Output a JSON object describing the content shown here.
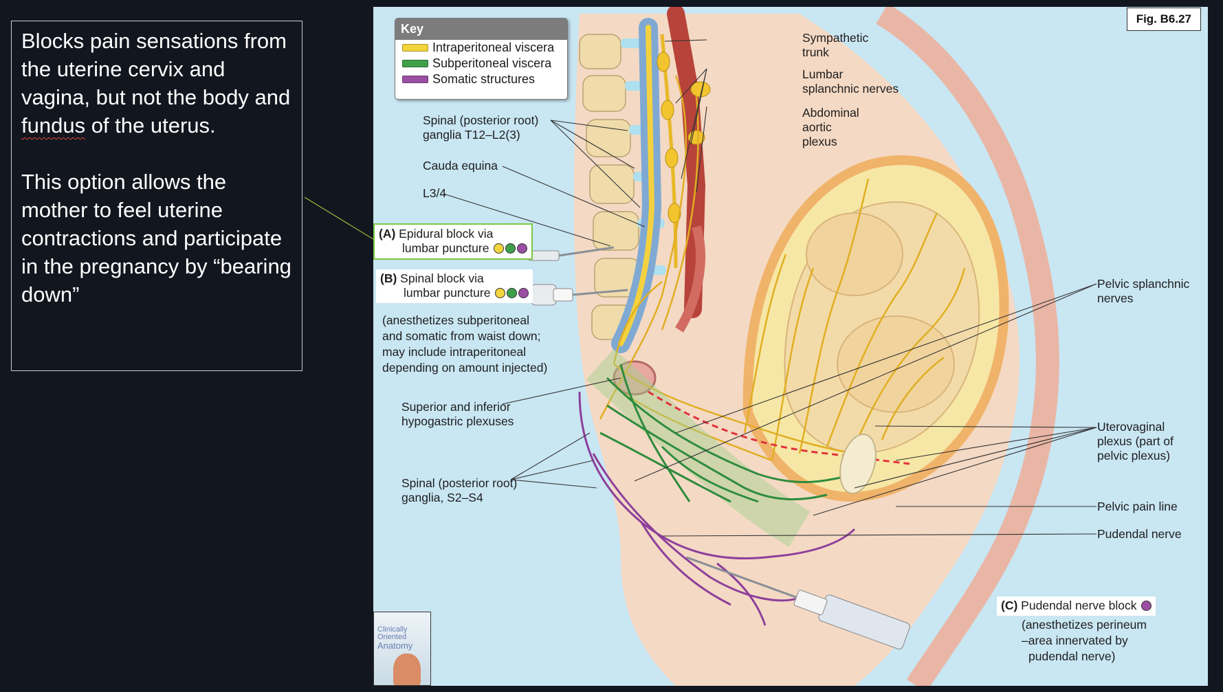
{
  "notes": {
    "paragraph1_before": "Blocks pain sensations from the uterine cervix and vagina, but not the body and ",
    "paragraph1_underlined": "fundus",
    "paragraph1_after": " of the uterus.",
    "paragraph2": "This option allows the mother to feel uterine contractions and participate in the pregnancy by “bearing down”"
  },
  "figure": {
    "fig_label": "Fig. B6.27",
    "key": {
      "title": "Key",
      "items": [
        {
          "label": "Intraperitoneal viscera",
          "color": "#f2d53c"
        },
        {
          "label": "Subperitoneal viscera",
          "color": "#3fa04a"
        },
        {
          "label": "Somatic structures",
          "color": "#9b4fa3"
        }
      ]
    },
    "labels": {
      "sympathetic_trunk": [
        "Sympathetic",
        "trunk"
      ],
      "lumbar_splanchnic": [
        "Lumbar",
        "splanchnic nerves"
      ],
      "abdominal_aortic": [
        "Abdominal",
        "aortic",
        "plexus"
      ],
      "spinal_ganglia_upper": [
        "Spinal (posterior root)",
        "ganglia T12–L2(3)"
      ],
      "cauda_equina": "Cauda equina",
      "l34": "L3/4",
      "block_a": {
        "tag": "(A)",
        "line1": "Epidural block via",
        "line2": "lumbar puncture"
      },
      "block_b": {
        "tag": "(B)",
        "line1": "Spinal block via",
        "line2": "lumbar puncture"
      },
      "block_b_note": [
        "(anesthetizes subperitoneal",
        "and somatic from waist down;",
        "may include intraperitoneal",
        "depending on amount injected)"
      ],
      "hypogastric": [
        "Superior and inferior",
        "hypogastric plexuses"
      ],
      "spinal_ganglia_lower": [
        "Spinal (posterior root)",
        "ganglia, S2–S4"
      ],
      "pelvic_splanchnic": [
        "Pelvic splanchnic",
        "nerves"
      ],
      "uterovaginal": [
        "Uterovaginal",
        "plexus (part of",
        "pelvic plexus)"
      ],
      "pelvic_pain_line": "Pelvic pain line",
      "pudendal_nerve": "Pudendal nerve",
      "block_c": {
        "tag": "(C)",
        "line1": "Pudendal nerve block"
      },
      "block_c_note": [
        "(anesthetizes perineum",
        "–area innervated by",
        "pudendal nerve)"
      ]
    },
    "book_cover": {
      "line1": "Clinically",
      "line2": "Oriented",
      "line3": "Anatomy"
    }
  }
}
